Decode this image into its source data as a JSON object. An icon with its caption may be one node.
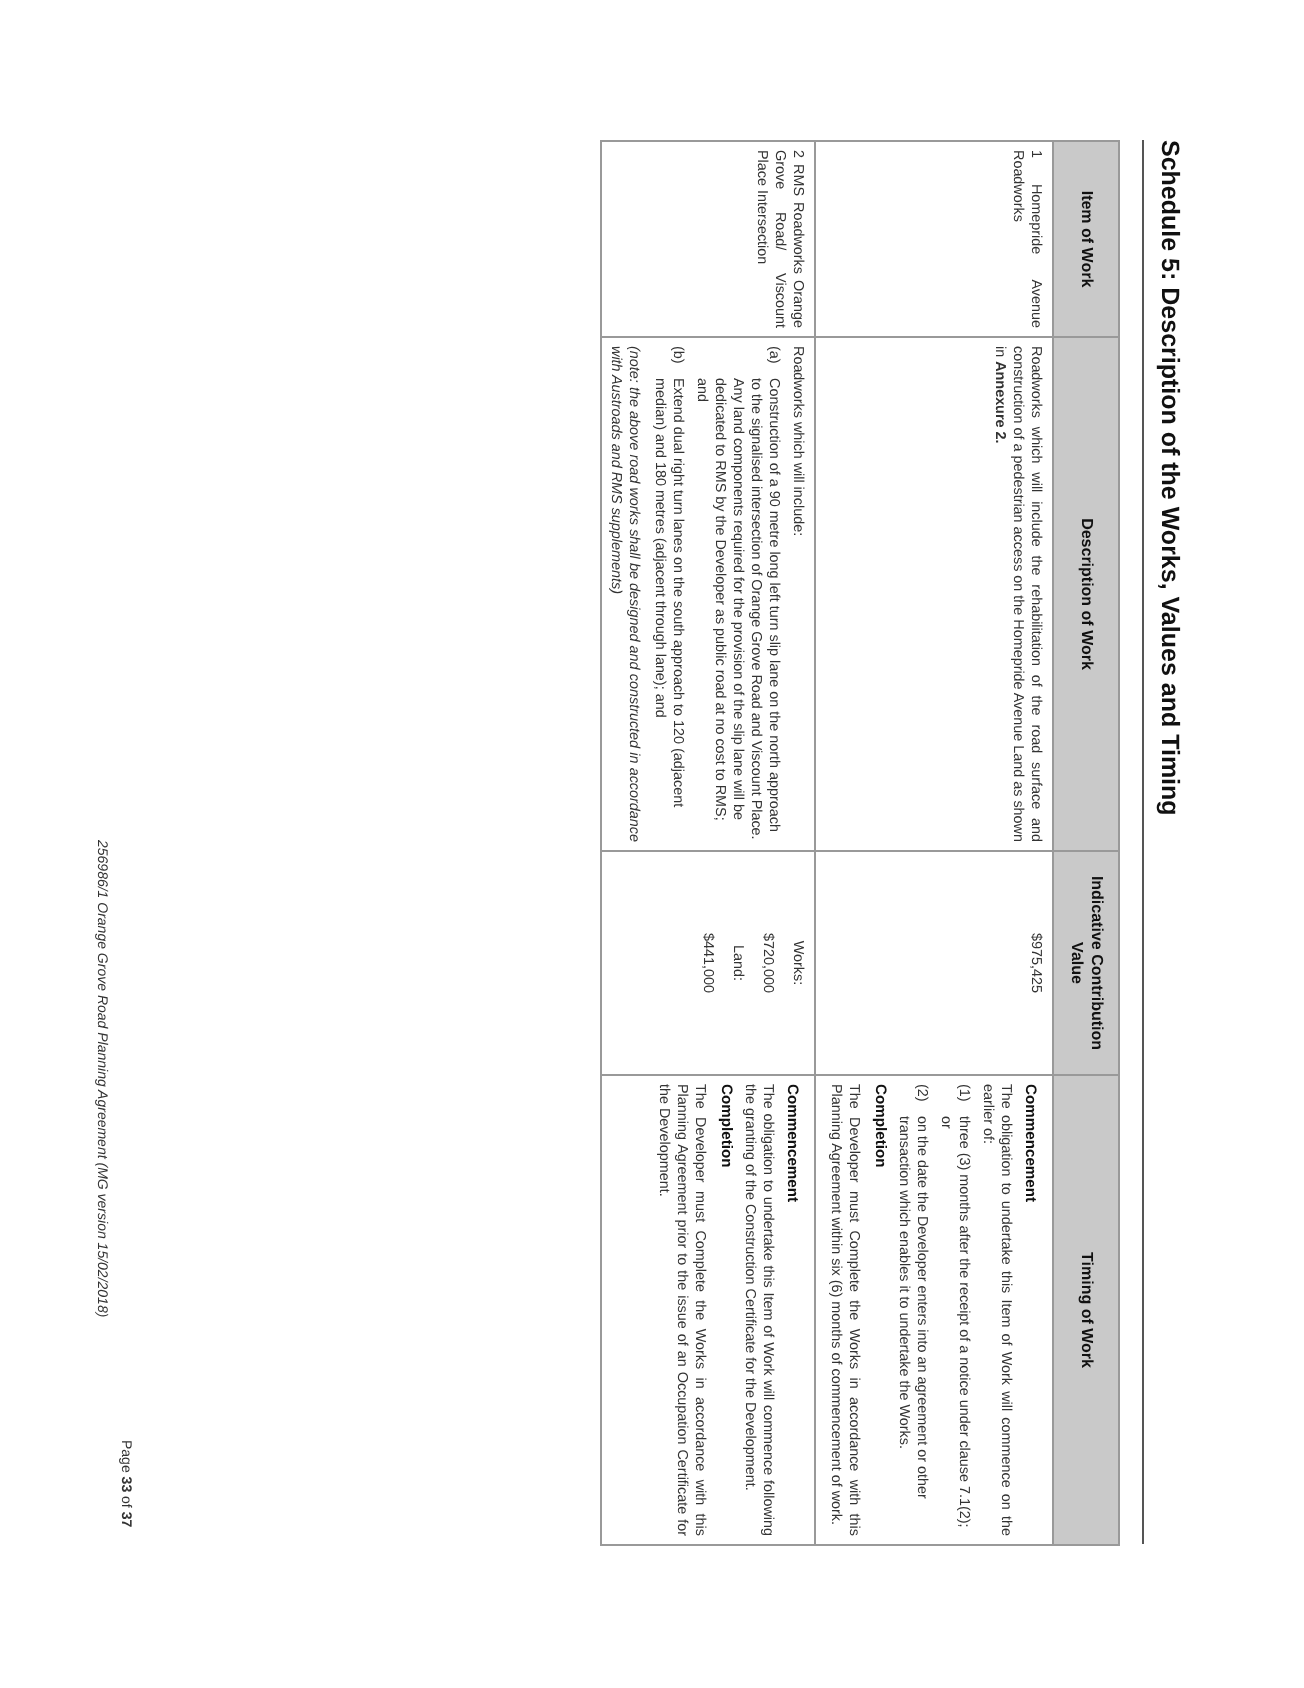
{
  "diagram": {
    "title": "Schedule 5: Description of the Works, Values and Timing",
    "labels": [
      "Item of Work",
      "Description of Work",
      "Indicative Contribution Value",
      "Timing of Work",
      "1 Homepride Avenue Roadworks",
      "Roadworks which will include the rehabilitation of the road surface and construction of a pedestrian access on the Homepride Avenue Land as shown in **Annexure 2.**",
      "$975,425",
      "Commencement",
      "The obligation to undertake this Item of Work will commence on the earlier of:",
      "(1)",
      "three (3) months after the receipt of a notice under clause 7.1(2); or",
      "(2)",
      "on the date the Developer enters into an agreement or other transaction which enables it to undertake the Works.",
      "Completion",
      "The Developer must Complete the Works in accordance with this Planning Agreement within six (6) months of commencement of work.",
      "2 RMS Roadworks Orange Grove Road/ Viscount Place Intersection",
      "Roadworks which will include:",
      "(a)",
      "Construction of a 90 metre long left turn slip lane on the north approach to the signalised intersection of Orange Grove Road and Viscount Place. Any land components required for the provision of the slip lane will be dedicated to RMS by the Developer as public road at no cost to RMS; and",
      "(b)",
      "Extend dual right turn lanes on the south approach to 120 (adjacent median) and 180 metres (adjacent through lane); and",
      "(note: the above road works shall be designed and constructed in accordance with Austroads and RMS supplements)",
      "Works:",
      "$720,000",
      "Land:",
      "$441,000",
      "Commencement",
      "The obligation to undertake this Item of Work will commence following the granting of the Construction Certificate for the Development.",
      "Completion",
      "The Developer must Complete the Works in accordance with this Planning Agreement prior to the issue of an Occupation Certificate for the Development.",
      "256986/1 Orange Grove Road Planning Agreement (MG version 15/02/2018)",
      "Page **33** of **37**"
    ]
  }
}
